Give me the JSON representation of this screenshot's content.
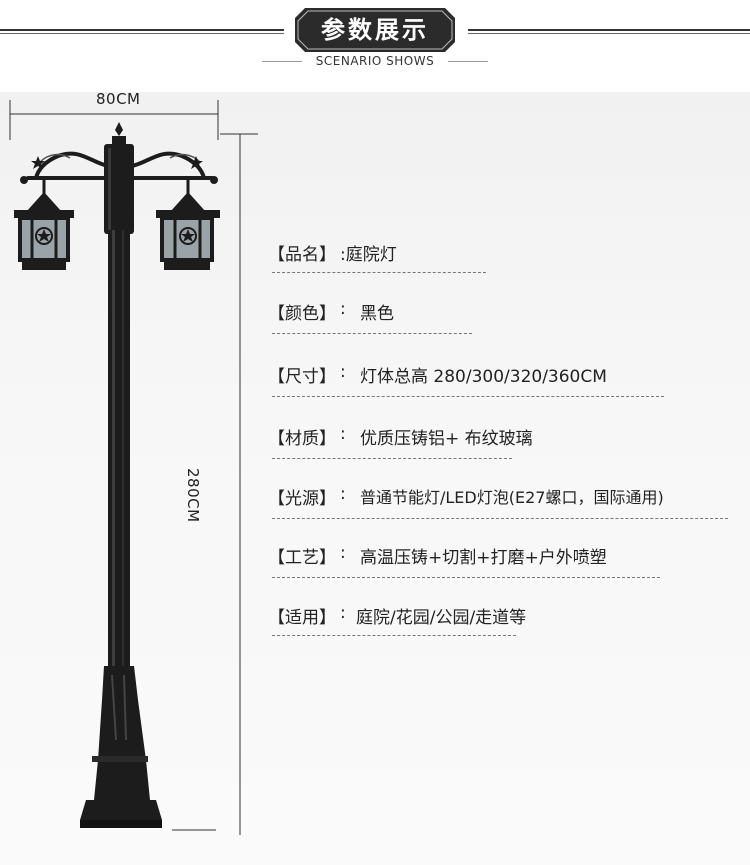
{
  "header": {
    "title": "参数展示",
    "subtitle": "SCENARIO SHOWS"
  },
  "dimensions": {
    "width_label": "80CM",
    "height_label": "280CM"
  },
  "specs": [
    {
      "label": "品名",
      "value": ":庭院灯"
    },
    {
      "label": "颜色",
      "value": "黑色"
    },
    {
      "label": "尺寸",
      "value": "灯体总高 280/300/320/360CM"
    },
    {
      "label": "材质",
      "value": "优质压铸铝+ 布纹玻璃"
    },
    {
      "label": "光源",
      "value": "普通节能灯/LED灯泡(E27螺口，国际通用)"
    },
    {
      "label": "工艺",
      "value": "高温压铸+切割+打磨+户外喷塑"
    },
    {
      "label": "适用",
      "value": "庭院/花园/公园/走道等"
    }
  ],
  "colors": {
    "badge": "#2b2b2b",
    "lamp_body": "#1c1c1c"
  }
}
